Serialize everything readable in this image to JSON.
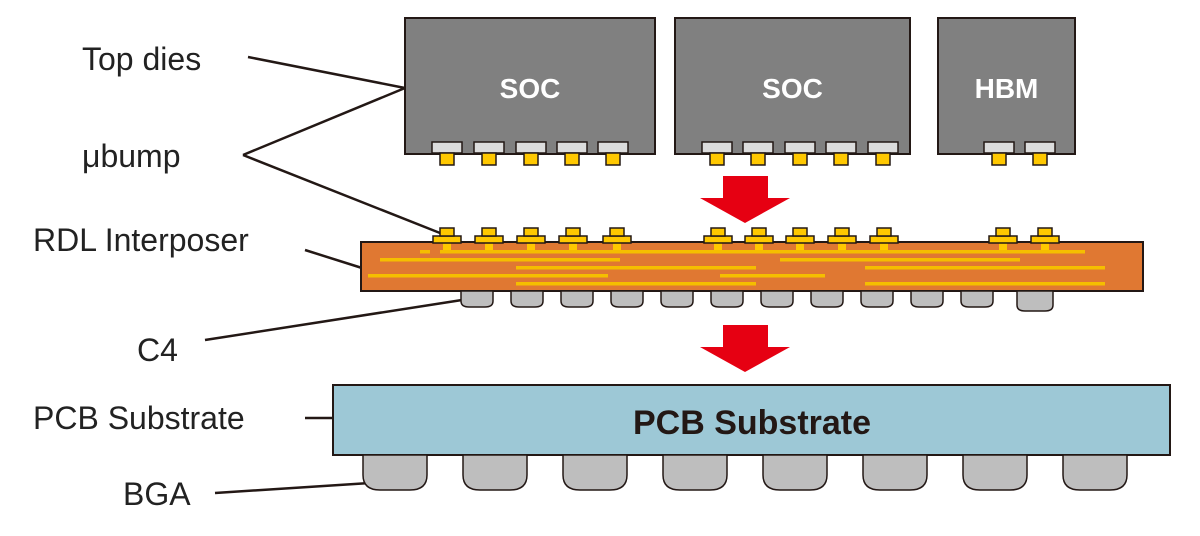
{
  "labels": {
    "top_dies": "Top dies",
    "ubump": "μbump",
    "rdl_interposer": "RDL Interposer",
    "c4": "C4",
    "pcb_substrate": "PCB Substrate",
    "bga": "BGA"
  },
  "dies": [
    {
      "name": "SOC",
      "bumps": 5
    },
    {
      "name": "SOC",
      "bumps": 5
    },
    {
      "name": "HBM",
      "bumps": 2
    }
  ],
  "pcb_text": "PCB Substrate",
  "colors": {
    "die": "#808080",
    "pad": "#dcdcdc",
    "bump": "#ffc800",
    "interposer": "#e07832",
    "trace": "#f5be00",
    "arrow": "#e60012",
    "pcb": "#9dc8d6",
    "ball": "#bebebe",
    "outline": "#231815"
  }
}
